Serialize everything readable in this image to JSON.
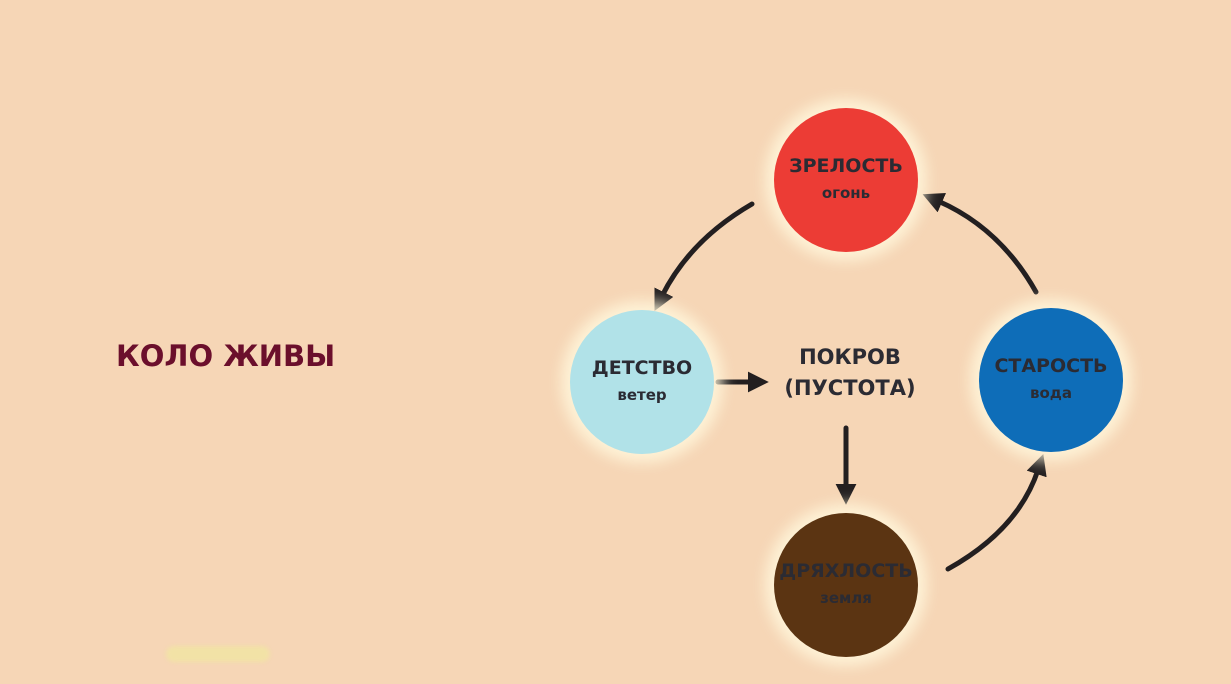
{
  "title": "КОЛО ЖИВЫ",
  "center": {
    "line1": "ПОКРОВ",
    "line2": "(ПУСТОТА)"
  },
  "nodes": [
    {
      "name": "ЗРЕЛОСТЬ",
      "sub": "огонь",
      "color": "#ec3c35"
    },
    {
      "name": "ДЕТСТВО",
      "sub": "ветер",
      "color": "#b1e2e8"
    },
    {
      "name": "СТАРОСТЬ",
      "sub": "вода",
      "color": "#0e6db8"
    },
    {
      "name": "ДРЯХЛОСТЬ",
      "sub": "земля",
      "color": "#5b3412"
    }
  ],
  "colors": {
    "background": "#f6d6b6",
    "title": "#6b0f2c",
    "arrow": "#231f20"
  }
}
